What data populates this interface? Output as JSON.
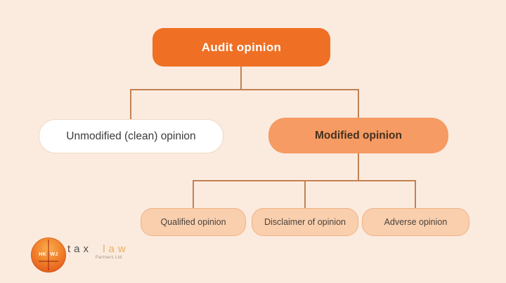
{
  "diagram": {
    "root": {
      "label": "Audit opinion"
    },
    "level1": [
      {
        "label": "Unmodified (clean) opinion"
      },
      {
        "label": "Modified opinion"
      }
    ],
    "level2": [
      {
        "label": "Qualified opinion"
      },
      {
        "label": "Disclaimer of opinion"
      },
      {
        "label": "Adverse opinion"
      }
    ]
  },
  "logo": {
    "circle_left": "HK",
    "circle_right": "WJ",
    "wordmark_primary": "tax",
    "wordmark_secondary": "law",
    "tagline": "Partners Ltd"
  },
  "colors": {
    "background": "#FBEBDF",
    "root_fill": "#EF7024",
    "root_text": "#FFFFFF",
    "unmodified_fill": "#FFFFFF",
    "unmodified_border": "#F0D8C2",
    "modified_fill": "#F59B63",
    "leaf_fill": "#F9CFAE",
    "leaf_border": "#F0B185",
    "connector": "#C28152",
    "dark_text": "#46301F",
    "logo_orange": "#E4601D",
    "wordmark_gray": "#4F4F4F",
    "wordmark_orange": "#E9AE62"
  }
}
